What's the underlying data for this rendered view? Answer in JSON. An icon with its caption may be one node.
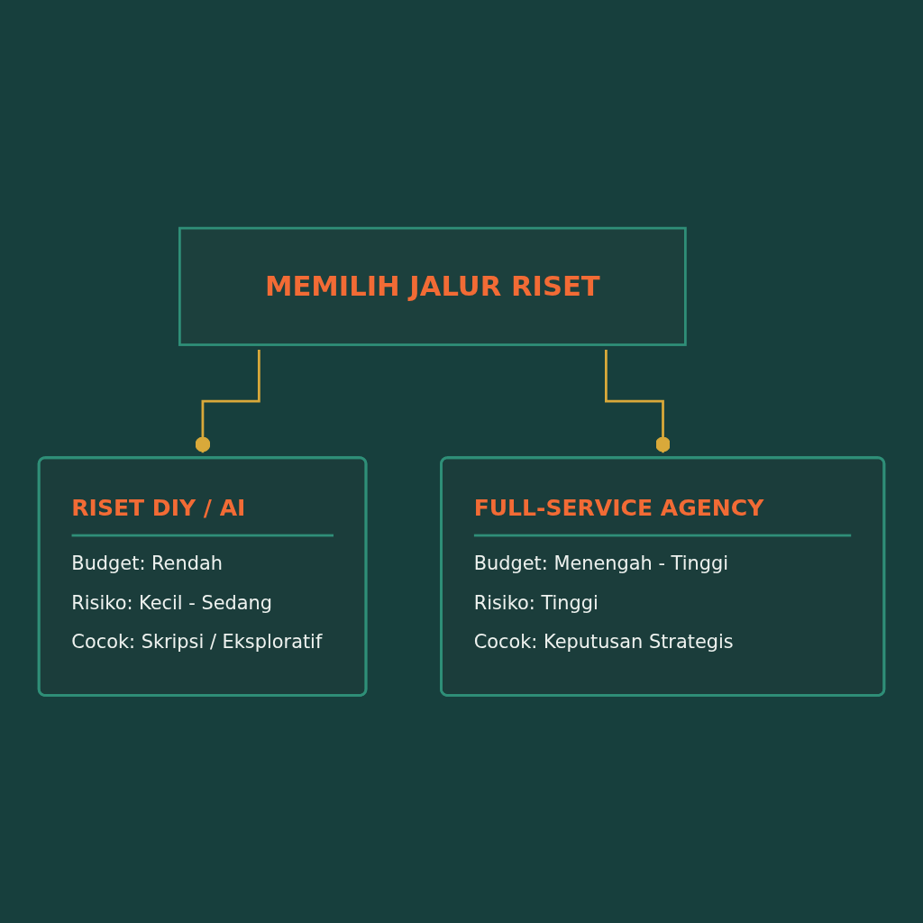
{
  "diagram": {
    "nodes": [
      {
        "text": [
          "MEMILIH JALUR RISET"
        ]
      },
      {
        "text": [
          "RISET DIY / AI",
          "Budget: Rendah",
          "Risiko: Kecil - Sedang",
          "Cocok: Skripsi / Eksploratif"
        ]
      },
      {
        "text": [
          "FULL-SERVICE AGENCY",
          "Budget: Menengah - Tinggi",
          "Risiko: Tinggi",
          "Cocok: Keputusan Strategis"
        ]
      }
    ],
    "edges": [
      {
        "from": 0,
        "to": 1,
        "arrow": "other"
      },
      {
        "from": 0,
        "to": 2,
        "arrow": "other"
      }
    ]
  }
}
